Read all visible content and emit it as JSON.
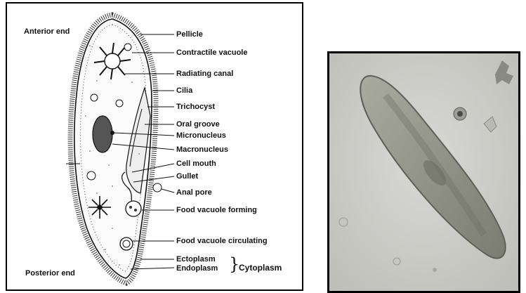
{
  "diagram": {
    "anterior_label": "Anterior end",
    "posterior_label": "Posterior end",
    "labels": [
      "Pellicle",
      "Contractile vacuole",
      "Radiating canal",
      "Cilia",
      "Trichocyst",
      "Oral groove",
      "Micronucleus",
      "Macronucleus",
      "Cell mouth",
      "Gullet",
      "Anal pore",
      "Food vacuole forming",
      "Food vacuole circulating",
      "Ectoplasm",
      "Endoplasm"
    ],
    "cytoplasm_label": "Cytoplasm"
  },
  "photo": {
    "alt": ""
  }
}
